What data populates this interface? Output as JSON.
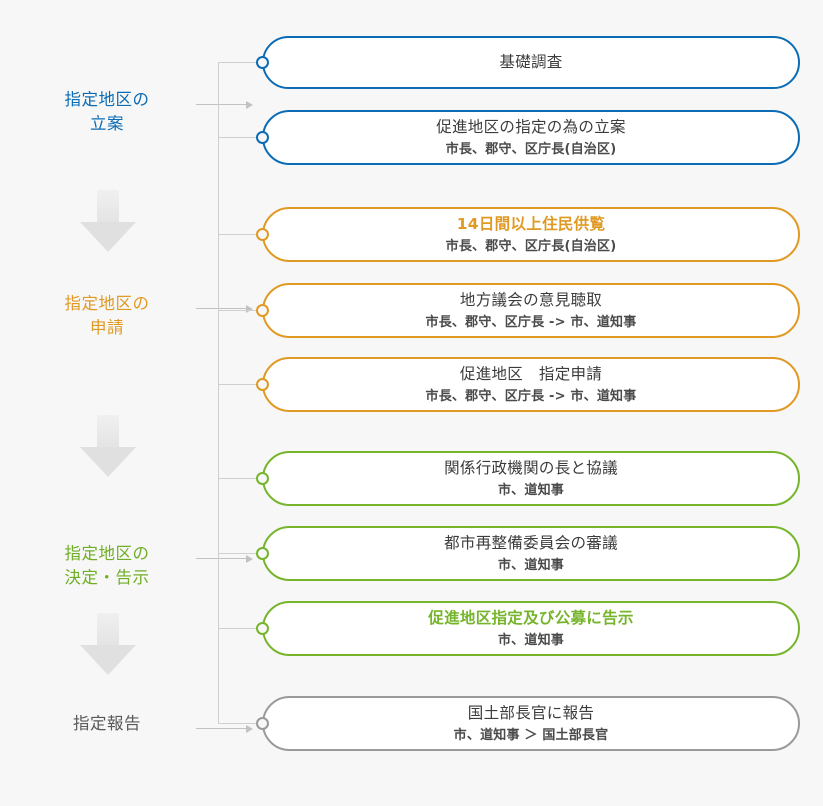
{
  "diagram": {
    "background_color": "#f7f7f7",
    "stages": [
      {
        "id": "planning",
        "label": "指定地区の\n立案",
        "color": "#0b6cb5",
        "color_name": "blue"
      },
      {
        "id": "application",
        "label": "指定地区の\n申請",
        "color": "#e09a24",
        "color_name": "orange"
      },
      {
        "id": "decision",
        "label": "指定地区の\n決定・告示",
        "color": "#6fae26",
        "color_name": "green"
      },
      {
        "id": "report",
        "label": "指定報告",
        "color": "#595959",
        "color_name": "grey"
      }
    ],
    "steps": [
      {
        "stage": "planning",
        "color_name": "blue",
        "title": "基礎調査",
        "subtitle": "",
        "title_highlight": false
      },
      {
        "stage": "planning",
        "color_name": "blue",
        "title": "促進地区の指定の為の立案",
        "subtitle": "市長、郡守、区庁長(自治区)",
        "title_highlight": false
      },
      {
        "stage": "application",
        "color_name": "orange",
        "title": "14日間以上住民供覧",
        "subtitle": "市長、郡守、区庁長(自治区)",
        "title_highlight": true
      },
      {
        "stage": "application",
        "color_name": "orange",
        "title": "地方議会の意見聴取",
        "subtitle": "市長、郡守、区庁長 -> 市、道知事",
        "title_highlight": false
      },
      {
        "stage": "application",
        "color_name": "orange",
        "title": "促進地区　指定申請",
        "subtitle": "市長、郡守、区庁長 -> 市、道知事",
        "title_highlight": false
      },
      {
        "stage": "decision",
        "color_name": "green",
        "title": "関係行政機関の長と協議",
        "subtitle": "市、道知事",
        "title_highlight": false
      },
      {
        "stage": "decision",
        "color_name": "green",
        "title": "都市再整備委員会の審議",
        "subtitle": "市、道知事",
        "title_highlight": false
      },
      {
        "stage": "decision",
        "color_name": "green",
        "title": "促進地区指定及び公募に告示",
        "subtitle": "市、道知事",
        "title_highlight": true
      },
      {
        "stage": "report",
        "color_name": "grey",
        "title": "国土部長官に報告",
        "subtitle": "市、道知事 ＞ 国土部長官",
        "title_highlight": false
      }
    ]
  }
}
